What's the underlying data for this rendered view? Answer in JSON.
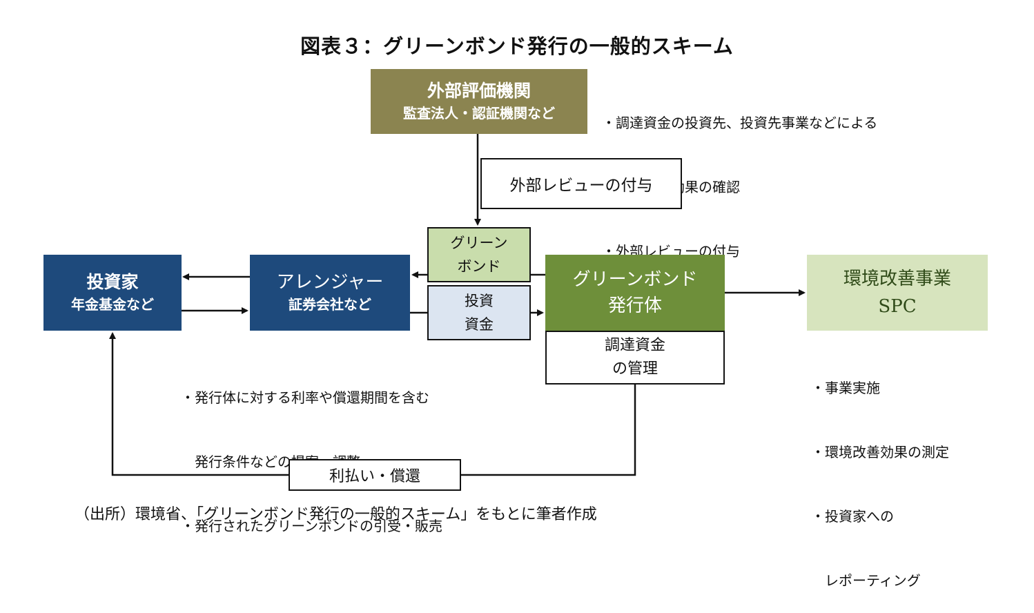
{
  "title": "図表３：グリーンボンド発行の一般的スキーム",
  "external_reviewer": {
    "name": "外部評価機関",
    "examples": "監査法人・認証機関など"
  },
  "external_notes": [
    "・調達資金の投資先、投資先事業などによる",
    "　環境改善効果の確認",
    "・外部レビューの付与"
  ],
  "review_label": "外部レビューの付与",
  "investor": {
    "name": "投資家",
    "examples": "年金基金など"
  },
  "arranger": {
    "name": "アレンジャー",
    "examples": "証券会社など"
  },
  "green_bond_label": [
    "グリーン",
    "ボンド"
  ],
  "funds_label": [
    "投資",
    "資金"
  ],
  "issuer": {
    "line1": "グリーンボンド",
    "line2": "発行体"
  },
  "fund_management": [
    "調達資金",
    "の管理"
  ],
  "spc": {
    "line1": "環境改善事業",
    "line2": "SPC"
  },
  "arranger_notes": [
    "・発行体に対する利率や償還期間を含む",
    "　発行条件などの提案・調整",
    "・発行されたグリーンボンドの引受・販売"
  ],
  "spc_notes": [
    "・事業実施",
    "・環境改善効果の測定",
    "・投資家への",
    "　レポーティング"
  ],
  "interest_label": "利払い・償還",
  "source": "（出所）環境省、「グリーンボンド発行の一般的スキーム」をもとに筆者作成"
}
